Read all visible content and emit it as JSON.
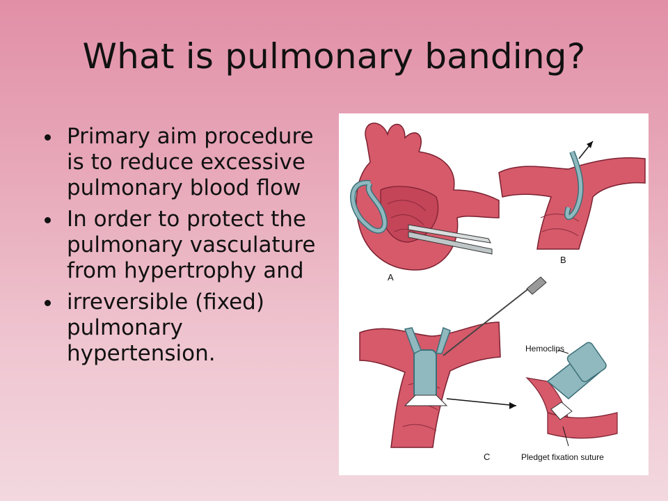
{
  "slide": {
    "title": "What is pulmonary banding?",
    "bullets": [
      "Primary  aim procedure is to reduce excessive pulmonary blood flow",
      "In order to protect the pulmonary vasculature from hypertrophy and",
      "irreversible (fixed) pulmonary hypertension."
    ]
  },
  "figure": {
    "panel_labels": [
      "A",
      "B",
      "C"
    ],
    "annotations": {
      "hemoclips": "Hemoclips",
      "pledget": "Pledget fixation suture"
    },
    "colors": {
      "vessel": "#d65a6a",
      "vessel_dark": "#a9344a",
      "band": "#8fb9bf",
      "band_dark": "#3d6f78",
      "background": "#e18fa7"
    }
  }
}
